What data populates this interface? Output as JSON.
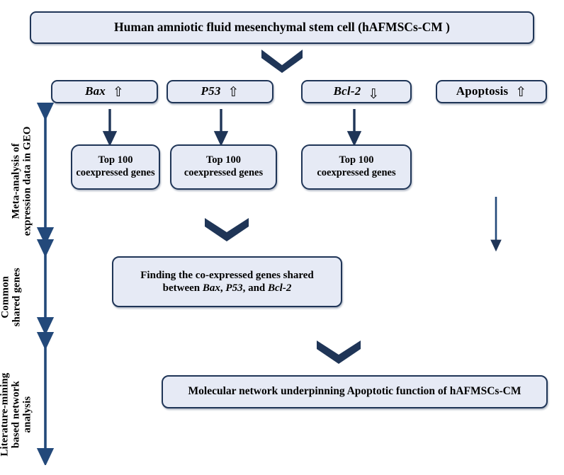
{
  "diagram": {
    "title_box": {
      "text": "Human amniotic fluid mesenchymal stem cell (hAFMSCs-CM )",
      "name": "hafmscs-cm-title-box"
    },
    "gene_boxes": [
      {
        "label": "Bax",
        "trend": "up",
        "glyph": "⇧",
        "italic": true
      },
      {
        "label": "P53",
        "trend": "up",
        "glyph": "⇧",
        "italic": true
      },
      {
        "label": "Bcl-2",
        "trend": "down",
        "glyph": "⇧",
        "italic": true
      },
      {
        "label": "Apoptosis",
        "trend": "up",
        "glyph": "⇧",
        "italic": false
      }
    ],
    "top100_boxes": [
      {
        "line1": "Top 100",
        "line2": "coexpressed genes"
      },
      {
        "line1": "Top 100",
        "line2": "coexpressed genes"
      },
      {
        "line1": "Top 100",
        "line2": "coexpressed genes"
      }
    ],
    "shared_box": {
      "line1": "Finding the co-expressed genes shared",
      "line2_prefix": "between ",
      "gene_a": "Bax",
      "sep1": ", ",
      "gene_b": "P53",
      "sep2": ", and ",
      "gene_c": "Bcl-2"
    },
    "final_box": {
      "text": "Molecular network underpinning Apoptotic function of hAFMSCs-CM"
    },
    "stage_labels": [
      {
        "line1": "Meta-analysis of",
        "line2": "expression data in GEO"
      },
      {
        "line1": "Common",
        "line2": "shared genes"
      },
      {
        "line1": "Literature-mining",
        "line2": "based network",
        "line3": "analysis"
      }
    ],
    "colors": {
      "box_fill": "#e6eaf5",
      "box_border": "#1f3557",
      "connector": "#1f3557",
      "bracket_arrow": "#23497a",
      "text": "#000000",
      "background": "#ffffff"
    }
  }
}
